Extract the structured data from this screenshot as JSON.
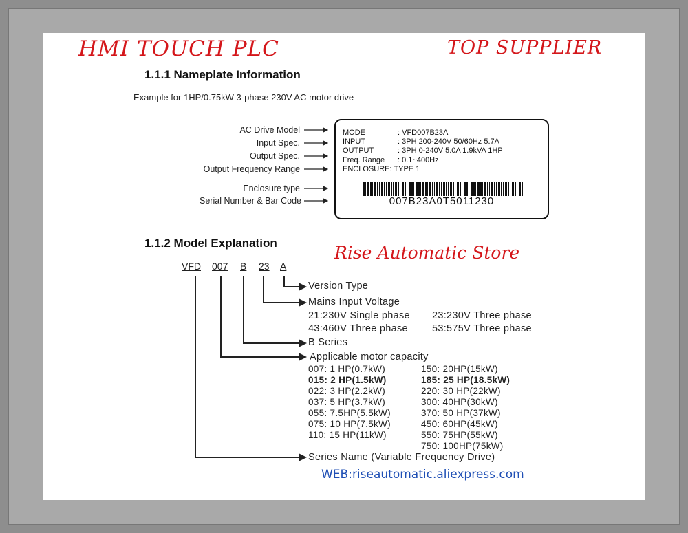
{
  "header": {
    "left": "HMI TOUCH PLC",
    "right": "TOP SUPPLIER"
  },
  "section1": {
    "title": "1.1.1 Nameplate Information",
    "example": "Example for 1HP/0.75kW 3-phase 230V AC motor drive",
    "labels": [
      "AC Drive Model",
      "Input Spec.",
      "Output Spec.",
      "Output Frequency Range",
      "Enclosure type",
      "Serial Number & Bar Code"
    ]
  },
  "nameplate": {
    "rows": [
      {
        "key": "MODE",
        "value": ": VFD007B23A"
      },
      {
        "key": "INPUT",
        "value": ": 3PH 200-240V 50/60Hz 5.7A"
      },
      {
        "key": "OUTPUT",
        "value": ": 3PH 0-240V 5.0A 1.9kVA 1HP"
      },
      {
        "key": "Freq. Range",
        "value": ": 0.1~400Hz"
      },
      {
        "key": "ENCLOSURE",
        "value": ": TYPE 1"
      }
    ],
    "serial": "007B23A0T5011230"
  },
  "section2": {
    "title": "1.1.2 Model Explanation",
    "codes": [
      "VFD",
      "007",
      "B",
      "23",
      "A"
    ],
    "version_type": "Version Type",
    "mains_input": "Mains Input Voltage",
    "voltages": [
      "21:230V Single phase",
      "23:230V Three phase",
      "43:460V Three phase",
      "53:575V Three phase"
    ],
    "series": "B Series",
    "capacity_title": "Applicable motor capacity",
    "capacity_left": [
      "007: 1 HP(0.7kW)",
      "015: 2 HP(1.5kW)",
      "022: 3 HP(2.2kW)",
      "037: 5 HP(3.7kW)",
      "055: 7.5HP(5.5kW)",
      "075: 10 HP(7.5kW)",
      "110: 15 HP(11kW)"
    ],
    "capacity_right": [
      "150: 20HP(15kW)",
      "185: 25 HP(18.5kW)",
      "220: 30 HP(22kW)",
      "300: 40HP(30kW)",
      "370: 50 HP(37kW)",
      "450: 60HP(45kW)",
      "550: 75HP(55kW)",
      "750: 100HP(75kW)"
    ],
    "series_name": "Series Name (Variable Frequency Drive)"
  },
  "store": "Rise Automatic Store",
  "web": "WEB:riseautomatic.aliexpress.com"
}
